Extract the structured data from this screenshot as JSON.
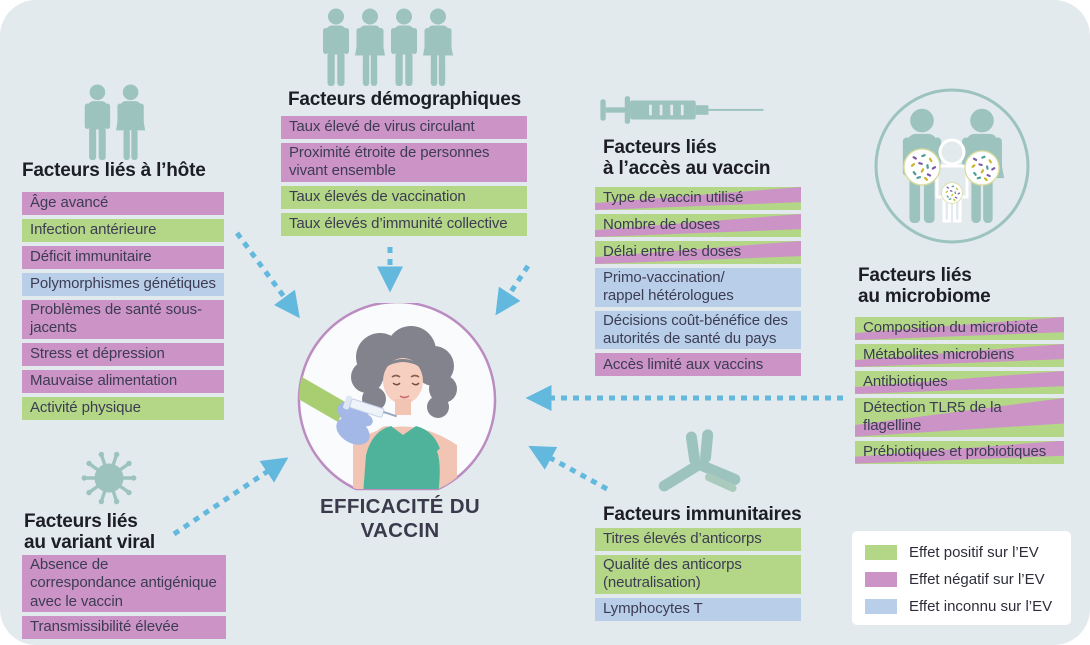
{
  "colors": {
    "positive": "#b3d687",
    "negative": "#cc93c6",
    "unknown": "#b9cfe9",
    "icon": "#9cc3bd",
    "arrow": "#63b8de",
    "panel": "#e2eaee"
  },
  "center": {
    "label": "EFFICACITÉ DU VACCIN"
  },
  "groups": [
    {
      "id": "host",
      "title": "Facteurs liés à l’hôte",
      "items": [
        {
          "label": "Âge avancé",
          "effect": "negative"
        },
        {
          "label": "Infection antérieure",
          "effect": "positive"
        },
        {
          "label": "Déficit immunitaire",
          "effect": "negative"
        },
        {
          "label": "Polymorphismes génétiques",
          "effect": "unknown"
        },
        {
          "label": "Problèmes de santé sous-jacents",
          "effect": "negative"
        },
        {
          "label": "Stress et dépression",
          "effect": "negative"
        },
        {
          "label": "Mauvaise alimentation",
          "effect": "negative"
        },
        {
          "label": "Activité physique",
          "effect": "positive"
        }
      ]
    },
    {
      "id": "demographics",
      "title": "Facteurs démographiques",
      "items": [
        {
          "label": "Taux élevé de virus circulant",
          "effect": "negative"
        },
        {
          "label": "Proximité étroite de personnes vivant ensemble",
          "effect": "negative"
        },
        {
          "label": "Taux élevés de vaccination",
          "effect": "positive"
        },
        {
          "label": "Taux élevés d’immunité collective",
          "effect": "positive"
        }
      ]
    },
    {
      "id": "vaccine-access",
      "title": "Facteurs liés\nà l’accès au vaccin",
      "items": [
        {
          "label": "Type de vaccin utilisé",
          "effect": "mixed"
        },
        {
          "label": "Nombre de doses",
          "effect": "mixed"
        },
        {
          "label": "Délai entre les doses",
          "effect": "mixed"
        },
        {
          "label": "Primo-vaccination/\nrappel hétérologues",
          "effect": "unknown"
        },
        {
          "label": "Décisions coût-bénéfice des autorités de santé du pays",
          "effect": "unknown"
        },
        {
          "label": "Accès limité aux vaccins",
          "effect": "negative"
        }
      ]
    },
    {
      "id": "microbiome",
      "title": "Facteurs liés\nau microbiome",
      "items": [
        {
          "label": "Composition du microbiote",
          "effect": "mixed"
        },
        {
          "label": "Métabolites microbiens",
          "effect": "mixed"
        },
        {
          "label": "Antibiotiques",
          "effect": "mixed"
        },
        {
          "label": "Détection TLR5 de la flagelline",
          "effect": "mixed"
        },
        {
          "label": "Prébiotiques et probiotiques",
          "effect": "mixed"
        }
      ]
    },
    {
      "id": "viral-variant",
      "title": "Facteurs liés\nau variant viral",
      "items": [
        {
          "label": "Absence de correspondance antigénique avec le vaccin",
          "effect": "negative"
        },
        {
          "label": "Transmissibilité élevée",
          "effect": "negative"
        }
      ]
    },
    {
      "id": "immune",
      "title": "Facteurs immunitaires",
      "items": [
        {
          "label": "Titres élevés d’anticorps",
          "effect": "positive"
        },
        {
          "label": "Qualité des anticorps (neutralisation)",
          "effect": "positive"
        },
        {
          "label": "Lymphocytes T",
          "effect": "unknown"
        }
      ]
    }
  ],
  "legend": {
    "items": [
      {
        "label": "Effet positif sur l’EV",
        "effect": "positive"
      },
      {
        "label": "Effet négatif sur l’EV",
        "effect": "negative"
      },
      {
        "label": "Effet inconnu sur l’EV",
        "effect": "unknown"
      }
    ]
  }
}
